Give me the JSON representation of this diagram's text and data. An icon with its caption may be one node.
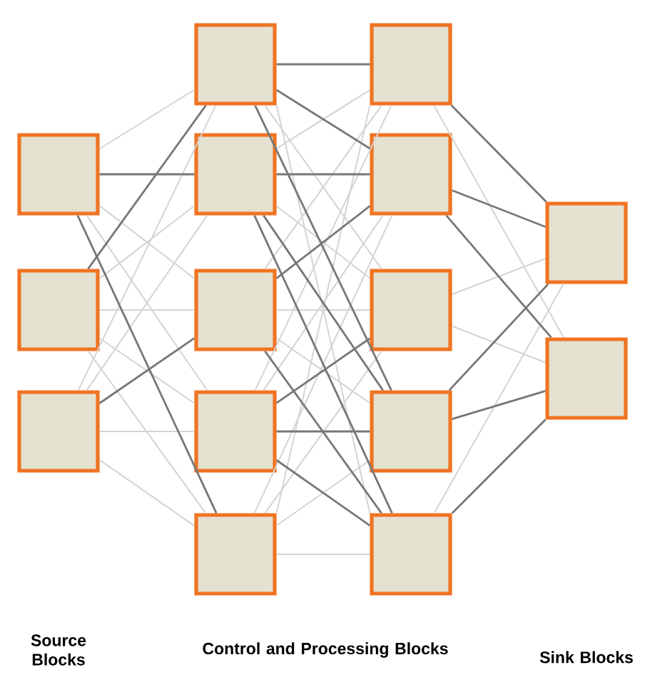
{
  "diagram": {
    "nodes": [
      {
        "text": [],
        "shape": "box"
      },
      {
        "text": [],
        "shape": "box"
      },
      {
        "text": [],
        "shape": "box"
      },
      {
        "text": [],
        "shape": "box"
      },
      {
        "text": [],
        "shape": "box"
      },
      {
        "text": [],
        "shape": "box"
      },
      {
        "text": [],
        "shape": "box"
      },
      {
        "text": [],
        "shape": "box"
      },
      {
        "text": [],
        "shape": "box"
      },
      {
        "text": [],
        "shape": "box"
      },
      {
        "text": [],
        "shape": "box"
      },
      {
        "text": [],
        "shape": "box"
      },
      {
        "text": [],
        "shape": "box"
      },
      {
        "text": [],
        "shape": "box"
      },
      {
        "text": [],
        "shape": "box"
      }
    ],
    "edges": [
      {
        "from": 0,
        "to": 3,
        "arrow": "none"
      },
      {
        "from": 0,
        "to": 4,
        "arrow": "none",
        "color": "#777777"
      },
      {
        "from": 0,
        "to": 5,
        "arrow": "none"
      },
      {
        "from": 0,
        "to": 6,
        "arrow": "none"
      },
      {
        "from": 0,
        "to": 7,
        "arrow": "none",
        "color": "#777777"
      },
      {
        "from": 1,
        "to": 3,
        "arrow": "none",
        "color": "#777777"
      },
      {
        "from": 1,
        "to": 4,
        "arrow": "none"
      },
      {
        "from": 1,
        "to": 5,
        "arrow": "none"
      },
      {
        "from": 1,
        "to": 6,
        "arrow": "none"
      },
      {
        "from": 1,
        "to": 7,
        "arrow": "none"
      },
      {
        "from": 2,
        "to": 3,
        "arrow": "none"
      },
      {
        "from": 2,
        "to": 4,
        "arrow": "none"
      },
      {
        "from": 2,
        "to": 5,
        "arrow": "none",
        "color": "#777777"
      },
      {
        "from": 2,
        "to": 6,
        "arrow": "none"
      },
      {
        "from": 2,
        "to": 7,
        "arrow": "none"
      },
      {
        "from": 3,
        "to": 8,
        "arrow": "none",
        "color": "#777777"
      },
      {
        "from": 3,
        "to": 9,
        "arrow": "none",
        "color": "#777777"
      },
      {
        "from": 3,
        "to": 10,
        "arrow": "none"
      },
      {
        "from": 3,
        "to": 11,
        "arrow": "none",
        "color": "#777777"
      },
      {
        "from": 3,
        "to": 12,
        "arrow": "none"
      },
      {
        "from": 4,
        "to": 8,
        "arrow": "none"
      },
      {
        "from": 4,
        "to": 9,
        "arrow": "none",
        "color": "#777777"
      },
      {
        "from": 4,
        "to": 10,
        "arrow": "none"
      },
      {
        "from": 4,
        "to": 11,
        "arrow": "none",
        "color": "#777777"
      },
      {
        "from": 4,
        "to": 12,
        "arrow": "none",
        "color": "#777777"
      },
      {
        "from": 5,
        "to": 8,
        "arrow": "none"
      },
      {
        "from": 5,
        "to": 9,
        "arrow": "none",
        "color": "#777777"
      },
      {
        "from": 5,
        "to": 10,
        "arrow": "none"
      },
      {
        "from": 5,
        "to": 11,
        "arrow": "none"
      },
      {
        "from": 5,
        "to": 12,
        "arrow": "none",
        "color": "#777777"
      },
      {
        "from": 6,
        "to": 8,
        "arrow": "none"
      },
      {
        "from": 6,
        "to": 9,
        "arrow": "none"
      },
      {
        "from": 6,
        "to": 10,
        "arrow": "none",
        "color": "#777777"
      },
      {
        "from": 6,
        "to": 11,
        "arrow": "none",
        "color": "#777777"
      },
      {
        "from": 6,
        "to": 12,
        "arrow": "none",
        "color": "#777777"
      },
      {
        "from": 7,
        "to": 8,
        "arrow": "none"
      },
      {
        "from": 7,
        "to": 9,
        "arrow": "none"
      },
      {
        "from": 7,
        "to": 10,
        "arrow": "none"
      },
      {
        "from": 7,
        "to": 11,
        "arrow": "none"
      },
      {
        "from": 7,
        "to": 12,
        "arrow": "none"
      },
      {
        "from": 8,
        "to": 13,
        "arrow": "none",
        "color": "#777777"
      },
      {
        "from": 8,
        "to": 14,
        "arrow": "none"
      },
      {
        "from": 9,
        "to": 13,
        "arrow": "none",
        "color": "#777777"
      },
      {
        "from": 9,
        "to": 14,
        "arrow": "none",
        "color": "#777777"
      },
      {
        "from": 10,
        "to": 13,
        "arrow": "none"
      },
      {
        "from": 10,
        "to": 14,
        "arrow": "none"
      },
      {
        "from": 11,
        "to": 13,
        "arrow": "none",
        "color": "#777777"
      },
      {
        "from": 11,
        "to": 14,
        "arrow": "none",
        "color": "#777777"
      },
      {
        "from": 12,
        "to": 13,
        "arrow": "none"
      },
      {
        "from": 12,
        "to": 14,
        "arrow": "none",
        "color": "#777777"
      }
    ],
    "labels": [
      "Source Blocks",
      "Control and Processing Blocks",
      "Sink Blocks"
    ]
  }
}
